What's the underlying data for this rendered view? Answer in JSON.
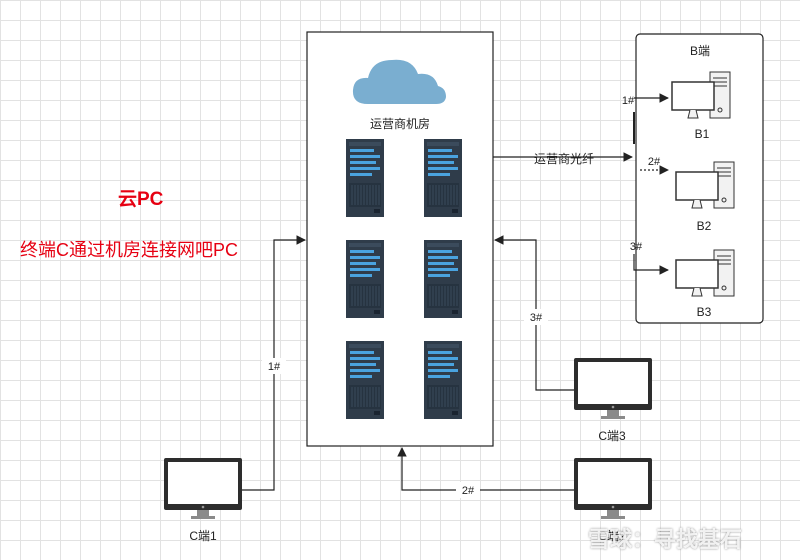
{
  "diagram": {
    "title": "云PC",
    "subtitle": "终端C通过机房连接网吧PC",
    "datacenter": {
      "label": "运营商机房"
    },
    "fiber_label": "运营商光纤",
    "b_group": {
      "label": "B端",
      "terminals": [
        {
          "link": "1#",
          "name": "B1"
        },
        {
          "link": "2#",
          "name": "B2"
        },
        {
          "link": "3#",
          "name": "B3"
        }
      ]
    },
    "c_terminals": [
      {
        "name": "C端1",
        "link": "1#"
      },
      {
        "name": "C端2",
        "link": "2#"
      },
      {
        "name": "C端3",
        "link": "3#"
      }
    ]
  },
  "watermark": "雪球：寻找基石",
  "colors": {
    "title_red": "#e60012",
    "cloud": "#7aaed0",
    "server_dark": "#2f3c4a",
    "server_accent": "#4aa3df"
  }
}
